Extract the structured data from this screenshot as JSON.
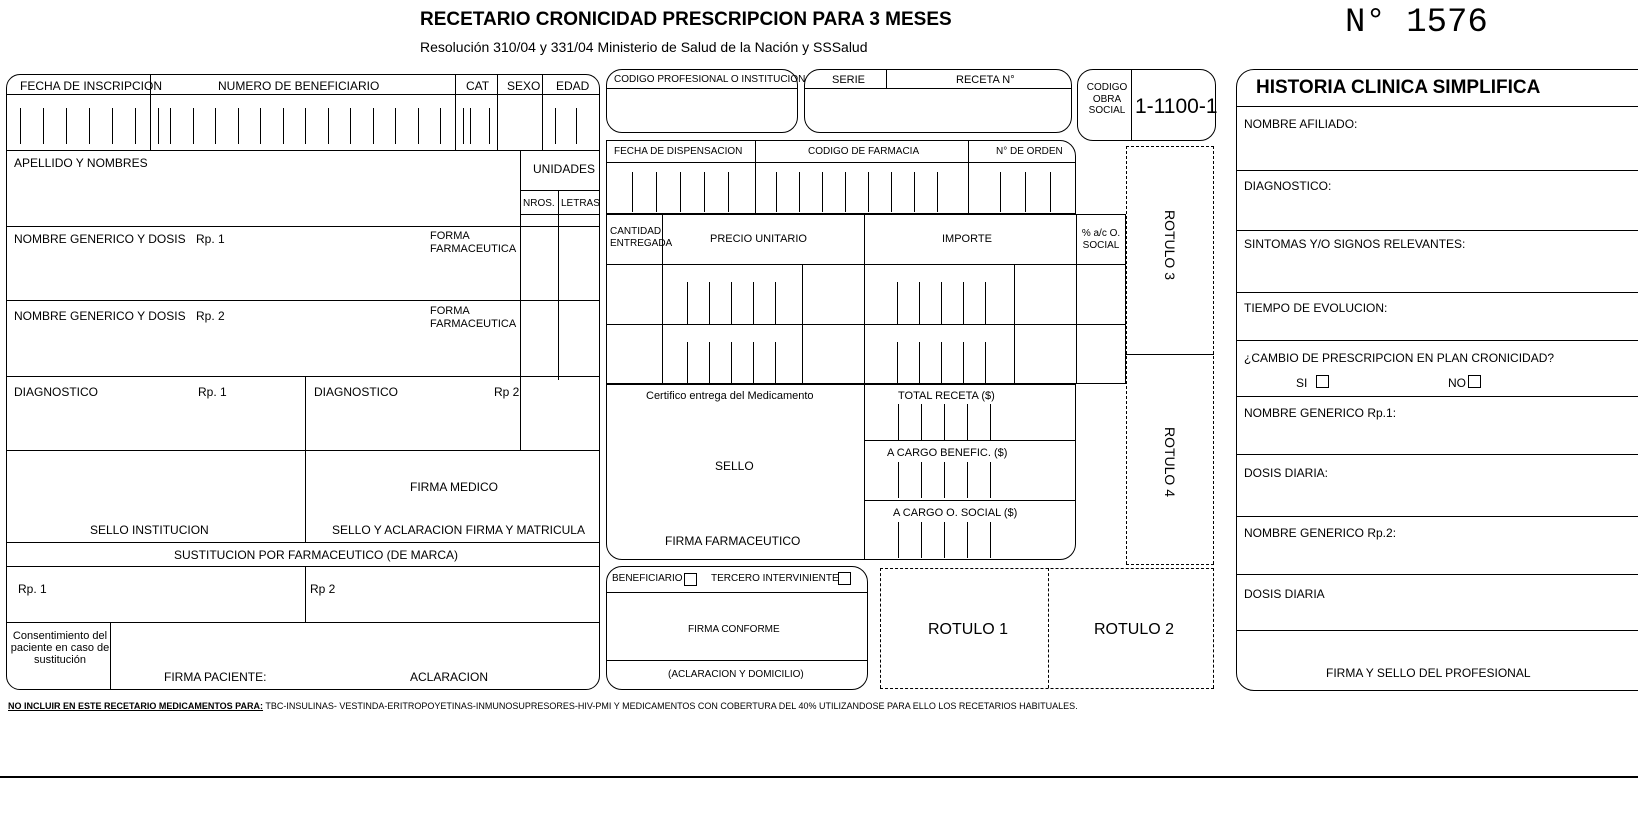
{
  "header": {
    "title": "RECETARIO CRONICIDAD PRESCRIPCION PARA 3 MESES",
    "subtitle": "Resolución 310/04 y 331/04 Ministerio de Salud de la Nación y SSSalud",
    "number": "N° 1576"
  },
  "left": {
    "fecha_inscripcion": "FECHA DE INSCRIPCION",
    "numero_beneficiario": "NUMERO DE BENEFICIARIO",
    "cat": "CAT",
    "sexo": "SEXO",
    "edad": "EDAD",
    "apellido": "APELLIDO Y NOMBRES",
    "unidades": "UNIDADES",
    "nros": "NROS.",
    "letras": "LETRAS",
    "nombre_generico_1": "NOMBRE GENERICO Y DOSIS",
    "rp1": "Rp. 1",
    "forma_1": "FORMA FARMACEUTICA",
    "nombre_generico_2": "NOMBRE GENERICO Y DOSIS",
    "rp2": "Rp. 2",
    "forma_2": "FORMA FARMACEUTICA",
    "diagnostico_1": "DIAGNOSTICO",
    "diag_rp1": "Rp. 1",
    "diagnostico_2": "DIAGNOSTICO",
    "diag_rp2": "Rp 2",
    "firma_medico": "FIRMA MEDICO",
    "sello_institucion": "SELLO INSTITUCION",
    "sello_aclaracion": "SELLO Y ACLARACION FIRMA Y MATRICULA",
    "sustitucion": "SUSTITUCION POR FARMACEUTICO (DE MARCA)",
    "sust_rp1": "Rp. 1",
    "sust_rp2": "Rp 2",
    "consentimiento": "Consentimiento del paciente en caso de sustitución",
    "firma_paciente": "FIRMA PACIENTE:",
    "aclaracion": "ACLARACION"
  },
  "middle": {
    "codigo_profesional": "CODIGO PROFESIONAL O INSTITUCION",
    "serie": "SERIE",
    "recetan": "RECETA N°",
    "codigo_obra_social": "CODIGO OBRA SOCIAL",
    "obra_social_code": "1-1100-1",
    "fecha_dispensacion": "FECHA DE DISPENSACION",
    "codigo_farmacia": "CODIGO DE FARMACIA",
    "n_orden": "N° DE ORDEN",
    "cantidad_entregada": "CANTIDAD ENTREGADA",
    "precio_unitario": "PRECIO UNITARIO",
    "importe": "IMPORTE",
    "pct_osocial": "% a/c O. SOCIAL",
    "certifico": "Certifico entrega del Medicamento",
    "total_receta": "TOTAL RECETA ($)",
    "cargo_benef": "A CARGO BENEFIC. ($)",
    "cargo_osocial": "A CARGO O. SOCIAL ($)",
    "sello": "SELLO",
    "firma_farmaceutico": "FIRMA FARMACEUTICO",
    "beneficiario": "BENEFICIARIO",
    "tercero": "TERCERO INTERVINIENTE",
    "firma_conforme": "FIRMA CONFORME",
    "aclaracion_domicilio": "(ACLARACION Y DOMICILIO)",
    "rotulo1": "ROTULO 1",
    "rotulo2": "ROTULO 2",
    "rotulo3": "ROTULO 3",
    "rotulo4": "ROTULO 4"
  },
  "right": {
    "title": "HISTORIA CLINICA SIMPLIFICA",
    "nombre_afiliado": "NOMBRE AFILIADO:",
    "diagnostico": "DIAGNOSTICO:",
    "sintomas": "SINTOMAS Y/O SIGNOS RELEVANTES:",
    "tiempo": "TIEMPO DE EVOLUCION:",
    "cambio": "¿CAMBIO DE PRESCRIPCION EN PLAN CRONICIDAD?",
    "si": "SI",
    "no": "NO",
    "nombre_rp1": "NOMBRE GENERICO Rp.1:",
    "dosis1": "DOSIS DIARIA:",
    "nombre_rp2": "NOMBRE GENERICO Rp.2:",
    "dosis2": "DOSIS DIARIA",
    "firma_sello": "FIRMA Y SELLO DEL PROFESIONAL"
  },
  "footer": {
    "bold": "NO INCLUIR EN ESTE RECETARIO MEDICAMENTOS PARA:",
    "text": "TBC-INSULINAS- VESTINDA-ERITROPOYETINAS-INMUNOSUPRESORES-HIV-PMI Y MEDICAMENTOS CON COBERTURA DEL 40% UTILIZANDOSE PARA ELLO LOS RECETARIOS HABITUALES."
  }
}
